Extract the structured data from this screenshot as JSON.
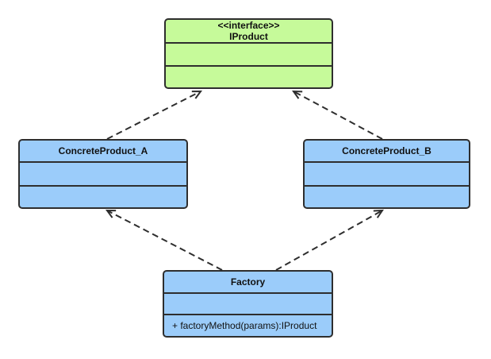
{
  "diagram": {
    "background_color": "#ffffff",
    "classes": [
      {
        "id": "IProduct",
        "stereotype": "<<interface>>",
        "name": "IProduct",
        "fill": "#c6fa9a",
        "attributes": "",
        "operations": ""
      },
      {
        "id": "ConcreteProduct_A",
        "name": "ConcreteProduct_A",
        "fill": "#9bccfa",
        "attributes": "",
        "operations": ""
      },
      {
        "id": "ConcreteProduct_B",
        "name": "ConcreteProduct_B",
        "fill": "#9bccfa",
        "attributes": "",
        "operations": ""
      },
      {
        "id": "Factory",
        "name": "Factory",
        "fill": "#9bccfa",
        "attributes": "",
        "operations": "+ factoryMethod(params):IProduct"
      }
    ],
    "relationships": [
      {
        "from": "ConcreteProduct_A",
        "to": "IProduct",
        "line": "dashed",
        "arrowhead": "open"
      },
      {
        "from": "ConcreteProduct_B",
        "to": "IProduct",
        "line": "dashed",
        "arrowhead": "open"
      },
      {
        "from": "Factory",
        "to": "ConcreteProduct_A",
        "line": "dashed",
        "arrowhead": "open"
      },
      {
        "from": "Factory",
        "to": "ConcreteProduct_B",
        "line": "dashed",
        "arrowhead": "open"
      }
    ],
    "colors": {
      "interface_fill": "#c6fa9a",
      "class_fill": "#9bccfa",
      "border": "#2e2e2e",
      "connector": "#2e2e2e",
      "text": "#111111"
    }
  }
}
